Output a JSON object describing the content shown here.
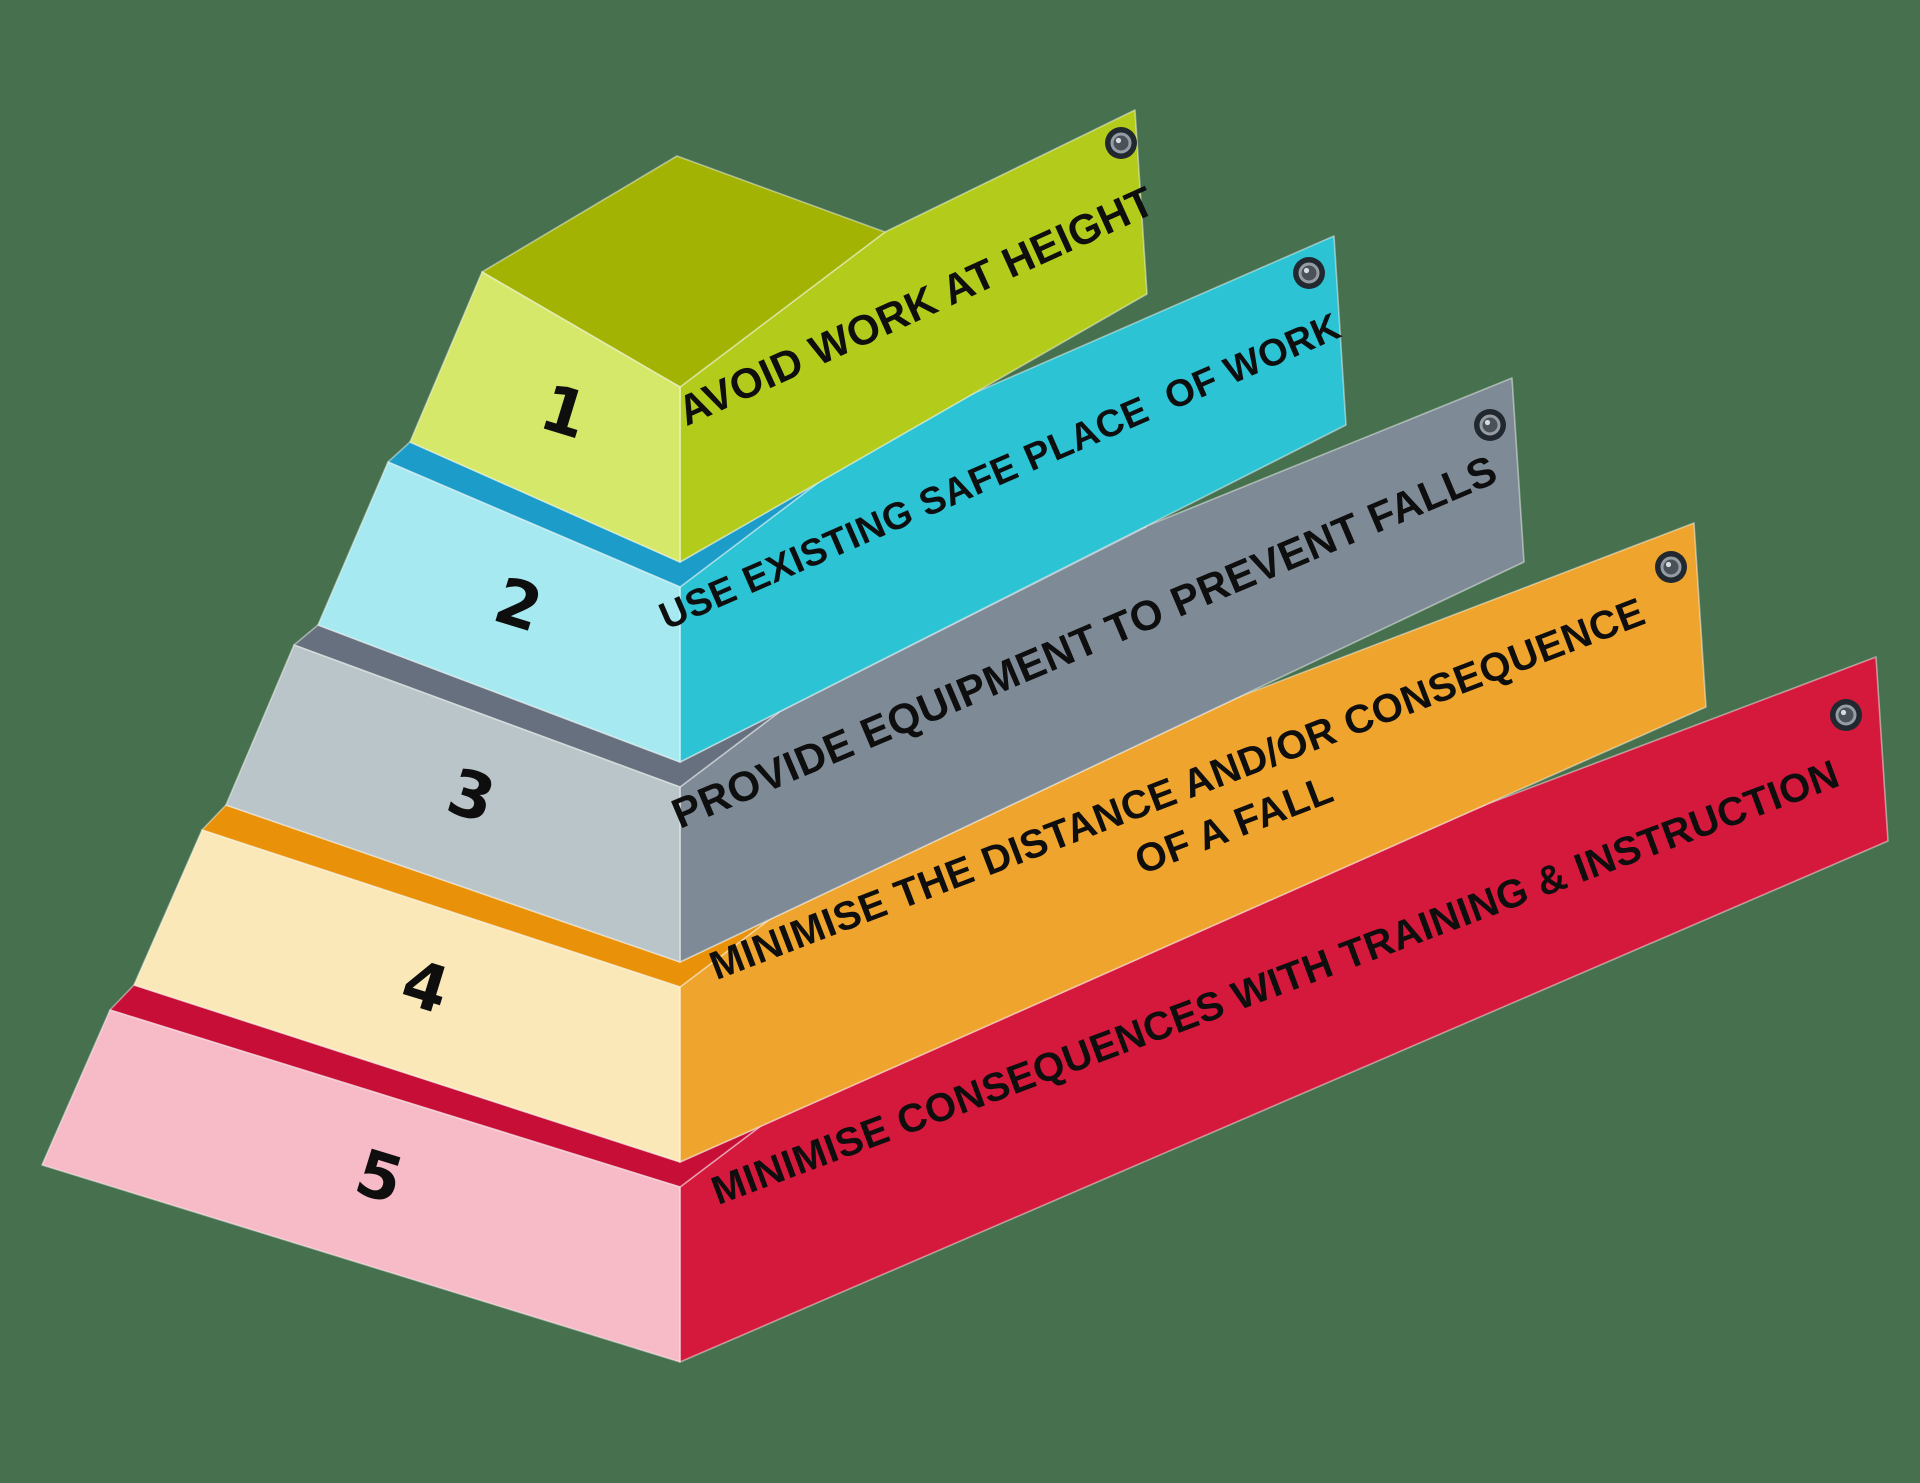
{
  "background_color": "#47714e",
  "text_color": "#0e0e0e",
  "levels": [
    {
      "number": "1",
      "label_lines": [
        "AVOID WORK AT HEIGHT"
      ],
      "colors": {
        "top_face": "#a3b303",
        "left_face": "#d6e869",
        "banner": "#b3cb1a"
      }
    },
    {
      "number": "2",
      "label_lines": [
        "USE EXISTING SAFE PLACE  OF WORK"
      ],
      "colors": {
        "top_face": "#1b9cc9",
        "left_face": "#a6e9f1",
        "banner": "#2cc3d4"
      }
    },
    {
      "number": "3",
      "label_lines": [
        "PROVIDE EQUIPMENT TO PREVENT FALLS"
      ],
      "colors": {
        "top_face": "#67707e",
        "left_face": "#b9c5c9",
        "banner": "#7e8b96"
      }
    },
    {
      "number": "4",
      "label_lines": [
        "MINIMISE THE DISTANCE AND/OR CONSEQUENCE",
        "OF A FALL"
      ],
      "colors": {
        "top_face": "#e89109",
        "left_face": "#fbe8b8",
        "banner": "#efa42d"
      }
    },
    {
      "number": "5",
      "label_lines": [
        "MINIMISE CONSEQUENCES WITH TRAINING & INSTRUCTION"
      ],
      "colors": {
        "top_face": "#c60e37",
        "left_face": "#f7bac7",
        "banner": "#d5193c"
      }
    }
  ],
  "screw": {
    "outer_color": "#222830",
    "inner_color": "#4a5158",
    "ring_color": "#959ca3",
    "highlight_color": "#d8dcdf"
  }
}
